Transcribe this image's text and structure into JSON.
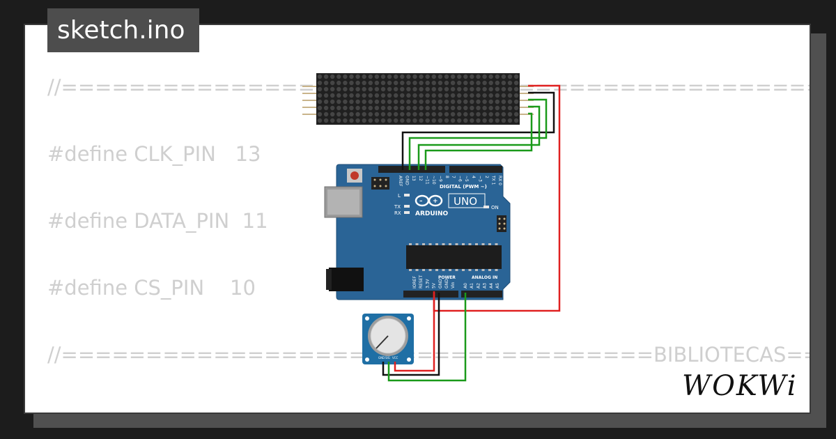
{
  "title": "sketch.ino",
  "code_lines": [
    "//=============================================DECLARACION DE PINES=========================",
    "#define CLK_PIN   13",
    "#define DATA_PIN  11",
    "#define CS_PIN    10",
    "//===================================BIBLIOTECAS==================="
  ],
  "board": {
    "brand": "ARDUINO",
    "model": "UNO",
    "digital_label": "DIGITAL (PWM ~)",
    "power_label": "POWER",
    "analog_label": "ANALOG IN",
    "on_label": "ON",
    "l_label": "L",
    "tx_label": "TX",
    "rx_label": "RX",
    "top_pins": [
      "AREF",
      "GND",
      "13",
      "12",
      "~11",
      "~10",
      "~9",
      "8",
      "7",
      "~6",
      "~5",
      "4",
      "~3",
      "2",
      "TX 1",
      "RX 0"
    ],
    "power_pins": [
      "IOREF",
      "RESET",
      "3.3V",
      "5V",
      "GND",
      "GND",
      "Vin"
    ],
    "analog_pins": [
      "A0",
      "A1",
      "A2",
      "A3",
      "A4",
      "A5"
    ]
  },
  "pot_pins": [
    "GND",
    "SIG",
    "VCC"
  ],
  "logo": "WOKWi",
  "colors": {
    "background": "#1c1c1c",
    "card": "#ffffff",
    "board": "#2a6496",
    "wire_red": "#e02020",
    "wire_black": "#111111",
    "wire_green": "#1a9a1a"
  }
}
